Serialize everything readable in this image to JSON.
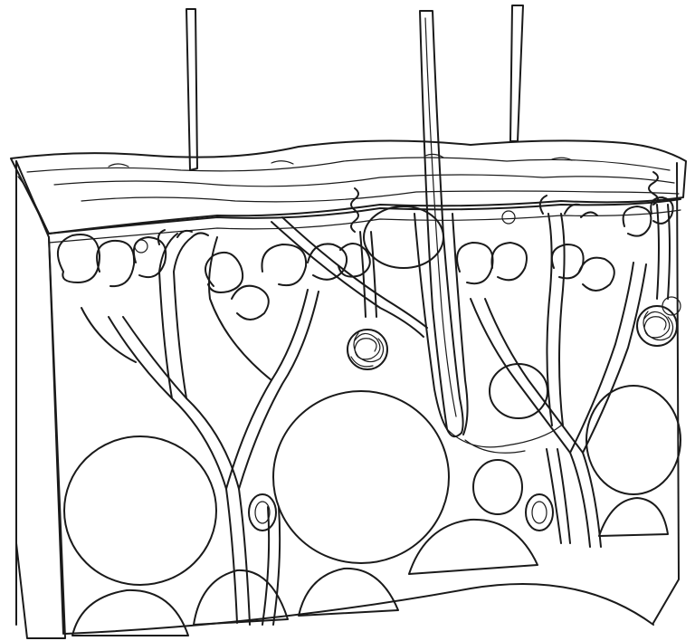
{
  "figure": {
    "kind": "skin cross-section line illustration",
    "palette": {
      "ink": "#1a1a1a",
      "paper": "#ffffff",
      "stipple": "#2a2a2a"
    },
    "parts": [
      "hair-shafts",
      "epidermis",
      "dermis",
      "sweat-glands",
      "blood-vessels",
      "hair-follicle",
      "fat-lobules"
    ]
  }
}
